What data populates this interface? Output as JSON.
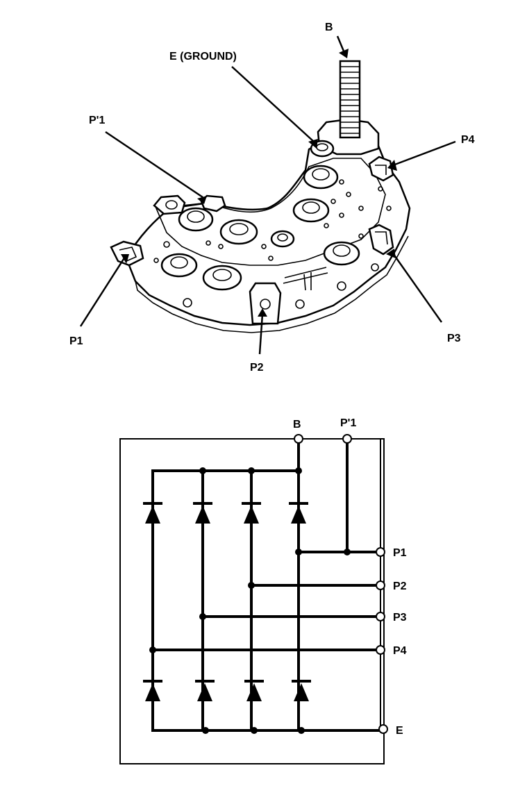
{
  "illustration": {
    "labels": {
      "b": "B",
      "e_ground": "E (GROUND)",
      "p1_prime": "P'1",
      "p4": "P4",
      "p1": "P1",
      "p2": "P2",
      "p3": "P3"
    }
  },
  "schematic": {
    "labels": {
      "b": "B",
      "p1_prime": "P'1",
      "p1": "P1",
      "p2": "P2",
      "p3": "P3",
      "p4": "P4",
      "e": "E"
    }
  }
}
